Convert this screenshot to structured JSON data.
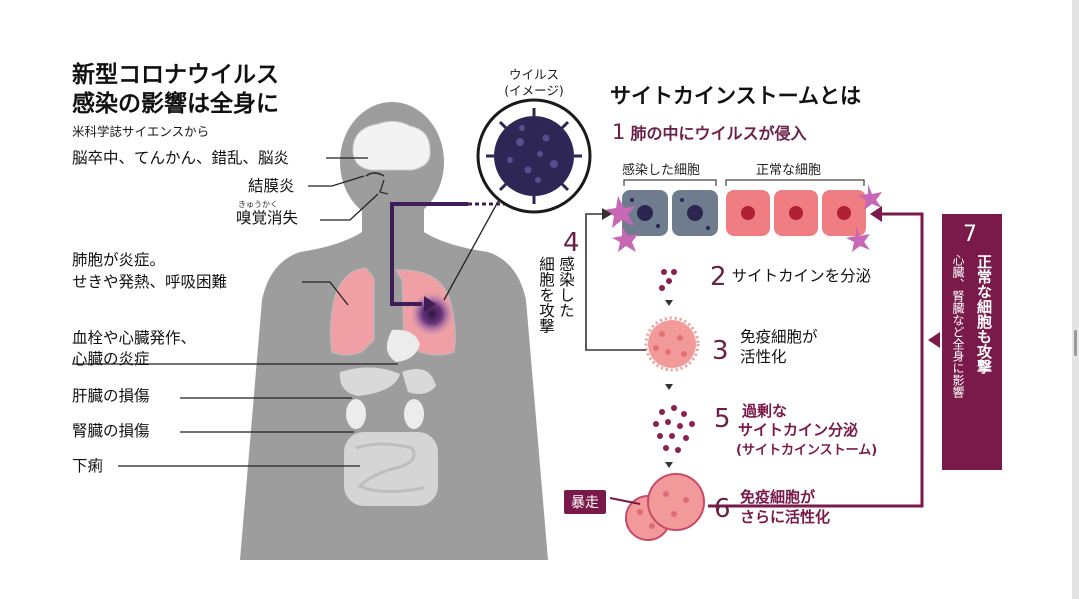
{
  "left": {
    "title_line1": "新型コロナウイルス",
    "title_line2": "感染の影響は全身に",
    "source": "米科学誌サイエンスから",
    "labels": {
      "brain": "脳卒中、てんかん、錯乱、脳炎",
      "conjunctivitis": "結膜炎",
      "smell_ruby": "きゅうかく",
      "smell": "嗅覚消失",
      "lung1": "肺胞が炎症。",
      "lung2": "せきや発熱、呼吸困難",
      "heart1": "血栓や心臓発作、",
      "heart2": "心臓の炎症",
      "liver": "肝臓の損傷",
      "kidney": "腎臓の損傷",
      "diarrhea": "下痢"
    }
  },
  "virus": {
    "cap1": "ウイルス",
    "cap2": "(イメージ)"
  },
  "right": {
    "title": "サイトカインストームとは",
    "step1_num": "1",
    "step1_text": "肺の中にウイルスが侵入",
    "infected_cells": "感染した細胞",
    "normal_cells": "正常な細胞",
    "step2_num": "2",
    "step2_text": "サイトカインを分泌",
    "step3_num": "3",
    "step3_line1": "免疫細胞が",
    "step3_line2": "活性化",
    "step4_num": "4",
    "step4_col1": "感染した",
    "step4_col2": "細胞を攻撃",
    "step5_num": "5",
    "step5_line1": "過剰な",
    "step5_line2": "サイトカイン分泌",
    "step5_line3": "(サイトカインストーム)",
    "step6_num": "6",
    "step6_line1": "免疫細胞が",
    "step6_line2": "さらに活性化",
    "rampage": "暴走",
    "step7_num": "7",
    "step7_col1": "正常な細胞も攻撃",
    "step7_col2": "心臓、腎臓など全身に影響"
  },
  "colors": {
    "body_gray": "#9b9b9b",
    "lung_pink": "#f0a0a4",
    "maroon": "#7a1a4a",
    "virus_dark": "#2e2755",
    "infected_cell": "#6f7c8e",
    "normal_cell": "#ef7d82"
  }
}
